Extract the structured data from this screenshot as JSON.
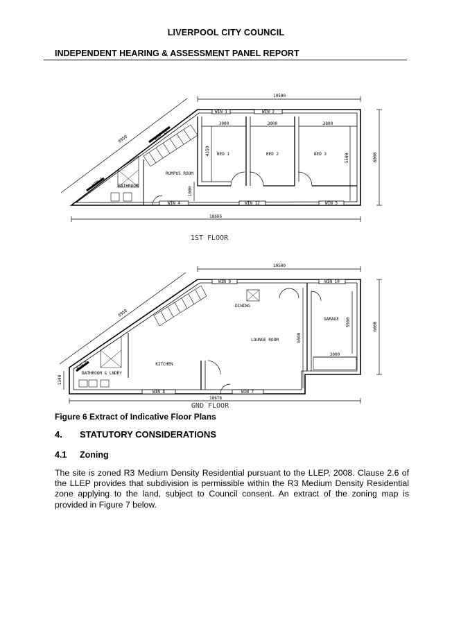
{
  "header": {
    "council": "LIVERPOOL CITY COUNCIL",
    "report": "INDEPENDENT HEARING & ASSESSMENT PANEL REPORT"
  },
  "first_floor": {
    "title": "1ST FLOOR",
    "dim_top": "10500",
    "dim_diag": "9950",
    "dim_bottom": "18666",
    "dim_right": "6000",
    "dim_bed1_w": "3000",
    "dim_bed2_w": "3000",
    "dim_bed3_w": "3800",
    "dim_bed1_h": "4350",
    "dim_bed3_h": "5500",
    "dim_small": "1000",
    "win1": "WIN 1",
    "win2": "WIN 2",
    "win3": "WIN 3",
    "win4": "WIN 4",
    "win5": "WIN 5",
    "win11": "WIN 11",
    "win12": "WIN 12",
    "bed1": "BED 1",
    "bed2": "BED 2",
    "bed3": "BED 3",
    "rumpus": "RUMPUS ROOM",
    "bathroom": "BATHROOM"
  },
  "ground_floor": {
    "title": "GND FLOOR",
    "dim_top": "10500",
    "dim_diag": "9950",
    "dim_bottom": "18678",
    "dim_right": "6000",
    "dim_lounge_h": "6500",
    "dim_garage_h": "5500",
    "dim_garage_w": "3000",
    "dim_side": "1340",
    "win6": "WIN 6",
    "win7": "WIN 7",
    "win8": "WIN 8",
    "win9": "WIN 9",
    "win10": "WIN 10",
    "dining": "DINING",
    "lounge": "LOUNGE ROOM",
    "garage": "GARAGE",
    "kitchen": "KITCHEN",
    "bath_laundry": "BATHROOM & LNDRY"
  },
  "caption": "Figure 6 Extract of Indicative Floor Plans",
  "section": {
    "number": "4.",
    "title": "STATUTORY CONSIDERATIONS"
  },
  "subsection": {
    "number": "4.1",
    "title": "Zoning"
  },
  "paragraph": "The site is zoned R3 Medium Density Residential pursuant to the LLEP, 2008. Clause 2.6 of the LLEP provides that subdivision is permissible within the R3 Medium Density Residential zone applying to the land, subject to Council consent. An extract of the zoning map is provided in Figure 7 below."
}
